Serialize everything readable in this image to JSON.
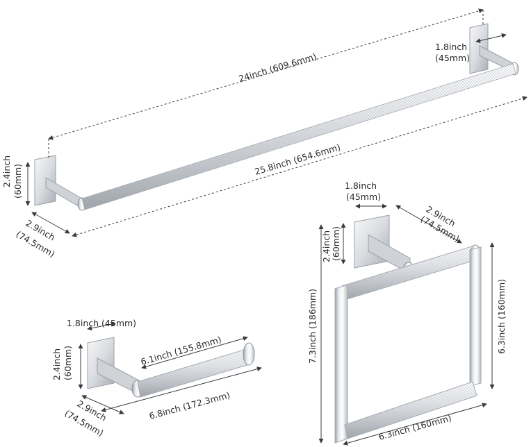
{
  "towel_bar": {
    "inner_length": "24inch (609.6mm)",
    "overall_length": "25.8inch (654.6mm)",
    "base_width": "1.8inch",
    "base_width_mm": "(45mm)",
    "base_height": "2.4inch",
    "base_height_mm": "(60mm)",
    "depth": "2.9inch",
    "depth_mm": "(74.5mm)"
  },
  "towel_ring": {
    "base_width": "1.8inch",
    "base_width_mm": "(45mm)",
    "depth": "2.9inch",
    "depth_mm": "(74.5mm)",
    "base_height": "2.4inch",
    "base_height_mm": "(60mm)",
    "overall_height": "7.3inch (186mm)",
    "ring_height": "6.3inch (160mm)",
    "ring_width": "6.3inch (160mm)"
  },
  "paper_holder": {
    "base_width": "1.8inch (45mm)",
    "base_height": "2.4inch",
    "base_height_mm": "(60mm)",
    "inner_length": "6.1inch (155.8mm)",
    "overall_length": "6.8inch (172.3mm)",
    "depth": "2.9inch",
    "depth_mm": "(74.5mm)"
  },
  "colors": {
    "chrome_light": "#f2f3f5",
    "chrome_mid": "#c9ccd1",
    "chrome_dark": "#8e939a",
    "dimension_line": "#3a3a3a"
  }
}
